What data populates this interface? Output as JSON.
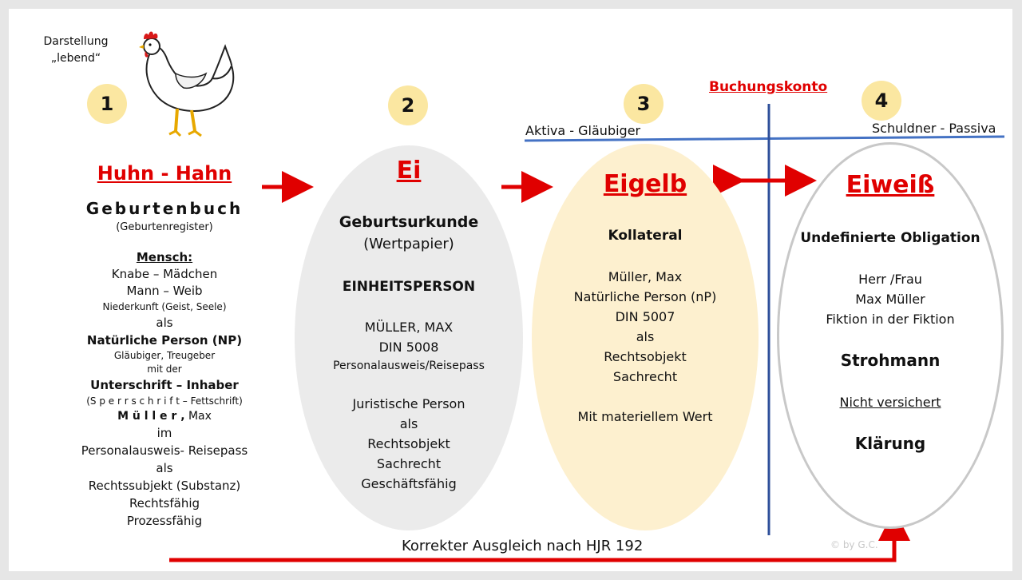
{
  "chicken_caption": {
    "line1": "Darstellung",
    "line2": "„lebend“"
  },
  "numbers": [
    "1",
    "2",
    "3",
    "4"
  ],
  "buchungskonto": "Buchungskonto",
  "account_left": "Aktiva - Gläubiger",
  "account_right": "Schuldner - Passiva",
  "col1": {
    "title": "Huhn - Hahn",
    "heading": "Geburtenbuch",
    "sub": "(Geburtenregister)",
    "mensch": "Mensch:",
    "l1": "Knabe – Mädchen",
    "l2": "Mann – Weib",
    "l3": "Niederkunft (Geist, Seele)",
    "l4": "als",
    "l5": "Natürliche Person (NP)",
    "l6": "Gläubiger, Treugeber",
    "l7": "mit der",
    "l8": "Unterschrift – Inhaber",
    "l9a": "(S p e r r s c h r i f t",
    "l9b": " – Fettschrift)",
    "l10a": "M ü l l e r ,",
    "l10b": " Max",
    "l11": "im",
    "l12": "Personalausweis- Reisepass",
    "l13": "als",
    "l14": "Rechtssubjekt (Substanz)",
    "l15": "Rechtsfähig",
    "l16": "Prozessfähig"
  },
  "col2": {
    "title": "Ei",
    "l1": "Geburtsurkunde",
    "l2": "(Wertpapier)",
    "l3": "EINHEITSPERSON",
    "l4": "MÜLLER, MAX",
    "l5": "DIN 5008",
    "l6": "Personalausweis/Reisepass",
    "l7": "Juristische Person",
    "l8": "als",
    "l9": "Rechtsobjekt",
    "l10": "Sachrecht",
    "l11": "Geschäftsfähig"
  },
  "col3": {
    "title": "Eigelb",
    "l1": "Kollateral",
    "l2": "Müller, Max",
    "l3": "Natürliche Person (nP)",
    "l4": "DIN 5007",
    "l5": "als",
    "l6": "Rechtsobjekt",
    "l7": "Sachrecht",
    "l8": "Mit materiellem Wert"
  },
  "col4": {
    "title": "Eiweiß",
    "l1": "Undefinierte Obligation",
    "l2": "Herr /Frau",
    "l3": "Max Müller",
    "l4": "Fiktion in der Fiktion",
    "l5": "Strohmann",
    "l6": "Nicht versichert",
    "l7": "Klärung"
  },
  "bottom_text": "Korrekter Ausgleich nach HJR 192",
  "copyright": "© by G.C.",
  "colors": {
    "red": "#e00000",
    "blue": "#4472c4",
    "yellow": "#fbe7a1",
    "grey": "#ebebeb",
    "light_yellow": "#fdf0cf"
  }
}
